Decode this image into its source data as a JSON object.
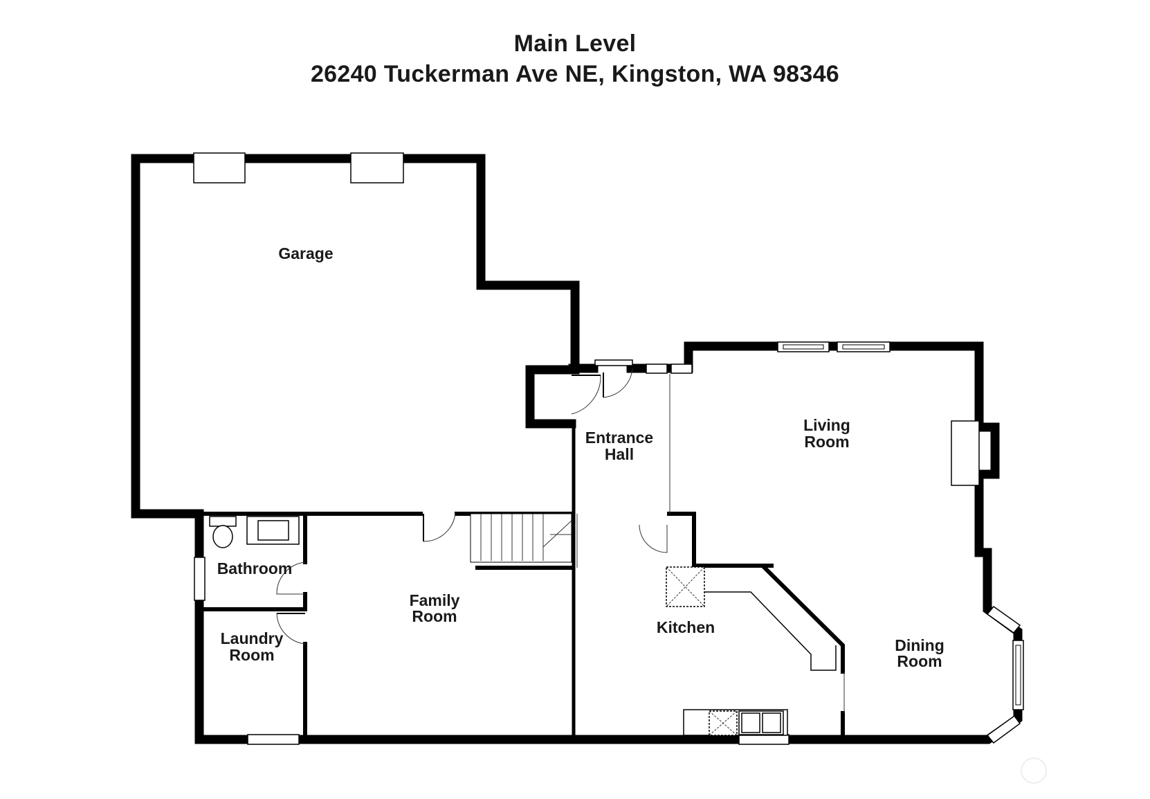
{
  "header": {
    "title": "Main Level",
    "address": "26240 Tuckerman Ave NE, Kingston, WA 98346"
  },
  "rooms": {
    "garage": "Garage",
    "entrance_hall": [
      "Entrance",
      "Hall"
    ],
    "living_room": [
      "Living",
      "Room"
    ],
    "bathroom": "Bathroom",
    "family_room": [
      "Family",
      "Room"
    ],
    "laundry_room": [
      "Laundry",
      "Room"
    ],
    "kitchen": "Kitchen",
    "dining_room": [
      "Dining",
      "Room"
    ]
  },
  "colors": {
    "wall": "#000000",
    "background": "#ffffff",
    "text": "#1a1a1a"
  }
}
